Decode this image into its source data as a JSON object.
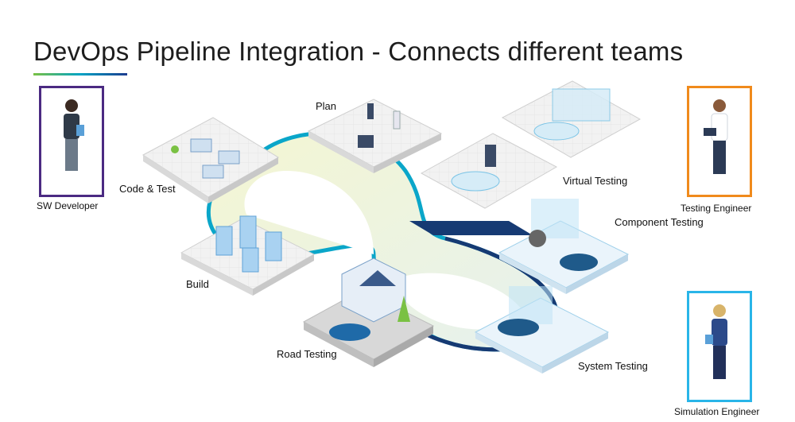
{
  "title": "DevOps Pipeline Integration - Connects different teams",
  "colors": {
    "title_underline": [
      "#7ac143",
      "#00a3c4",
      "#1d3c8f"
    ],
    "sw_developer_frame": "#4b2a82",
    "testing_engineer_frame": "#f08a1c",
    "simulation_engineer_frame": "#29b5e8",
    "loop_dark": "#163a73",
    "loop_teal": "#0aa6c9",
    "loop_fill": "#e8f2c8"
  },
  "roles": {
    "sw_developer": "SW Developer",
    "testing_engineer": "Testing Engineer",
    "simulation_engineer": "Simulation Engineer"
  },
  "stages": {
    "plan": "Plan",
    "code_test": "Code & Test",
    "build": "Build",
    "virtual_testing": "Virtual Testing",
    "component_testing": "Component Testing",
    "road_testing": "Road Testing",
    "system_testing": "System Testing"
  },
  "icons": {
    "sw_developer": "person-with-tablet-icon",
    "testing_engineer": "person-with-laptop-icon",
    "simulation_engineer": "person-with-tablet-icon"
  }
}
